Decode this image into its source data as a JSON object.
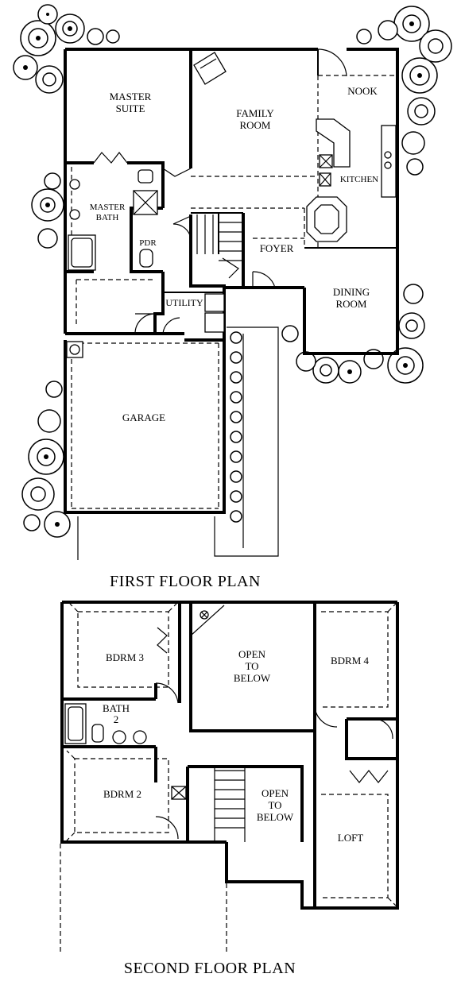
{
  "first_floor": {
    "title": "FIRST FLOOR PLAN",
    "rooms": {
      "master_suite": [
        "MASTER",
        "SUITE"
      ],
      "family_room": [
        "FAMILY",
        "ROOM"
      ],
      "nook": "NOOK",
      "kitchen": "KITCHEN",
      "master_bath": [
        "MASTER",
        "BATH"
      ],
      "pdr": "PDR",
      "foyer": "FOYER",
      "utility": "UTILITY",
      "dining_room": [
        "DINING",
        "ROOM"
      ],
      "garage": "GARAGE"
    }
  },
  "second_floor": {
    "title": "SECOND FLOOR PLAN",
    "rooms": {
      "bdrm3": "BDRM 3",
      "open_to_below_1": [
        "OPEN",
        "TO",
        "BELOW"
      ],
      "bdrm4": "BDRM 4",
      "bath2": [
        "BATH",
        "2"
      ],
      "bdrm2": "BDRM 2",
      "open_to_below_2": [
        "OPEN",
        "TO",
        "BELOW"
      ],
      "loft": "LOFT"
    }
  }
}
